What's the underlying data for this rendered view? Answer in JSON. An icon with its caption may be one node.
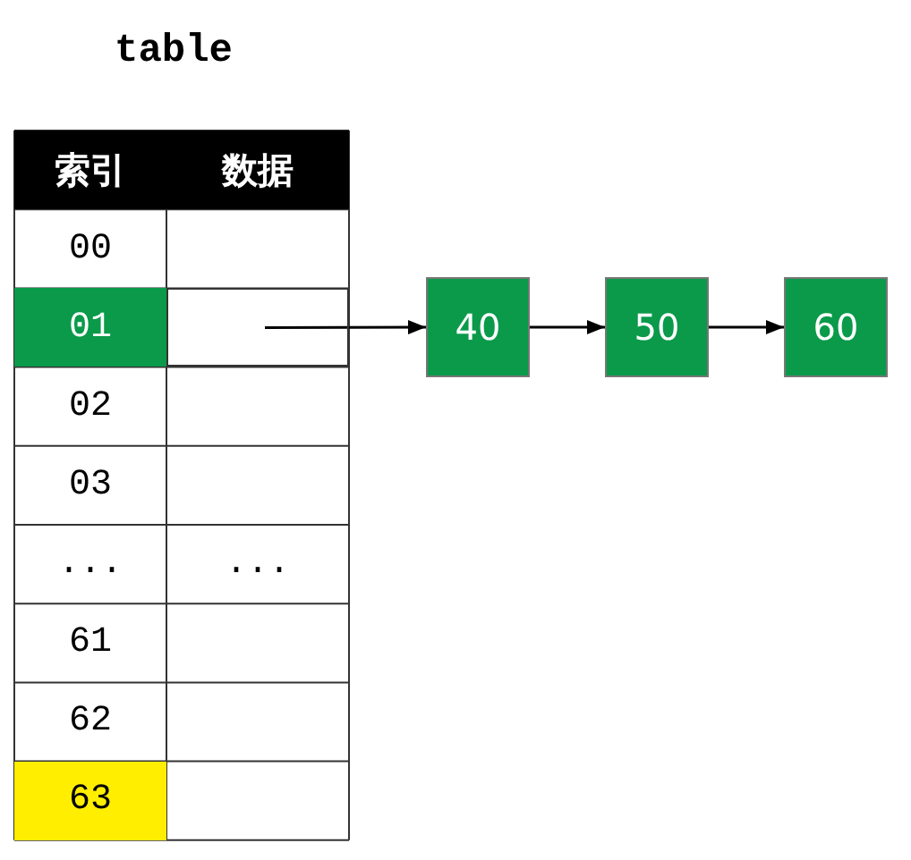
{
  "diagram": {
    "title": "table",
    "nodes": [
      {
        "text": [],
        "shape": "box"
      },
      {
        "text": [
          "40"
        ]
      },
      {
        "text": [
          "50"
        ]
      },
      {
        "text": [
          "60"
        ]
      }
    ],
    "edges": [
      {
        "from": 0,
        "to": 1,
        "arrow": "to"
      },
      {
        "from": 1,
        "to": 2,
        "arrow": "to"
      },
      {
        "from": 2,
        "to": 3,
        "arrow": "to"
      }
    ],
    "labels": [
      "索引",
      "数据",
      "00",
      "01",
      "02",
      "03",
      "...",
      "...",
      "61",
      "62",
      "63"
    ]
  }
}
